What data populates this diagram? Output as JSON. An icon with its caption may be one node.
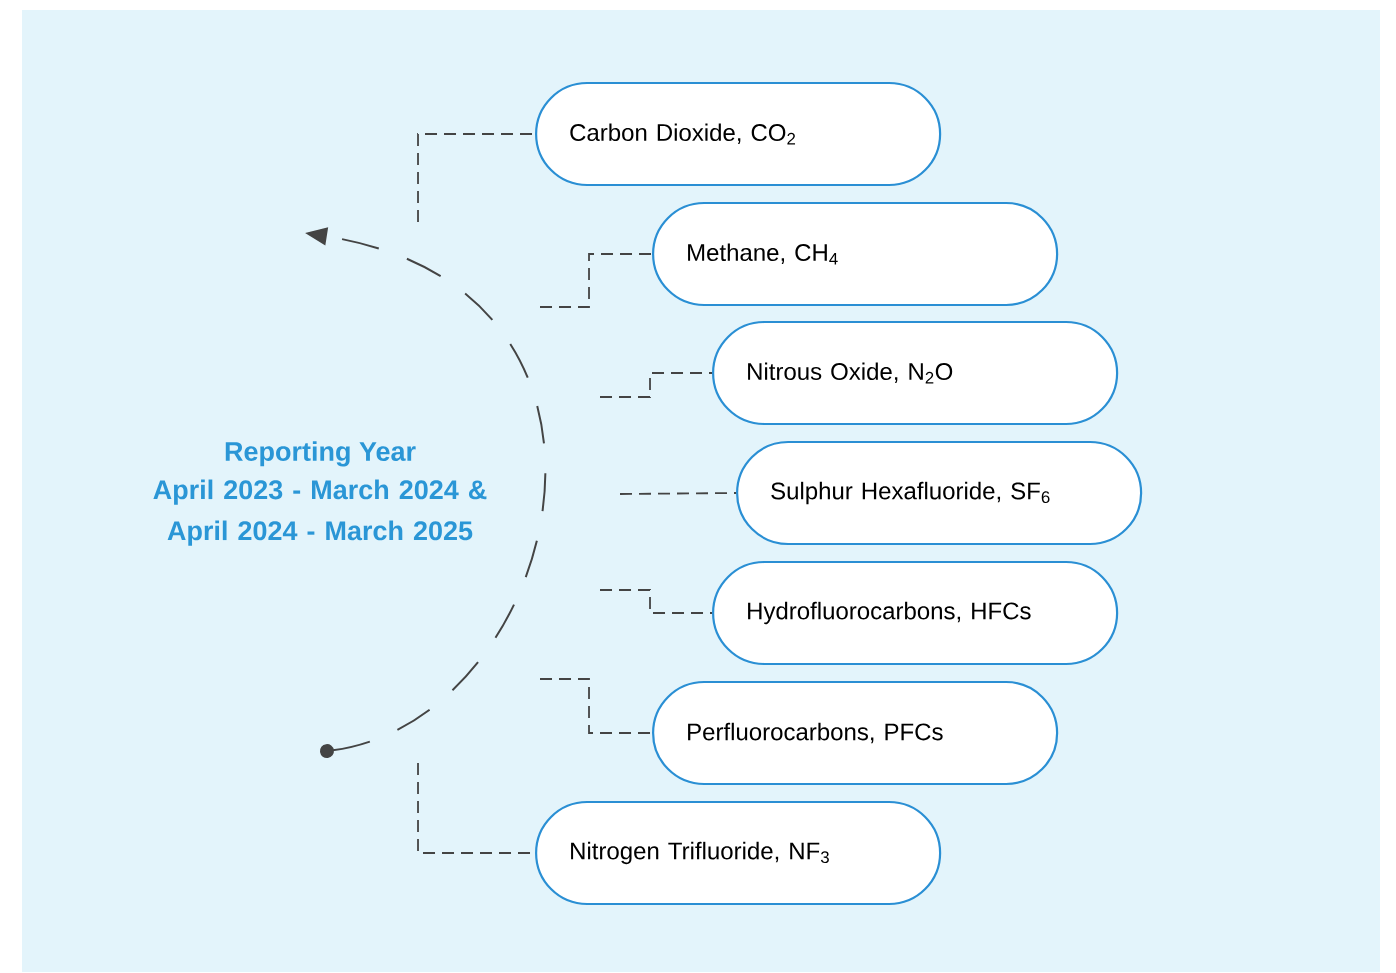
{
  "diagram": {
    "title": "Reporting Year",
    "nodes": [
      {
        "text": [
          "Carbon Dioxide, CO$_{2}$"
        ]
      },
      {
        "text": [
          "Methane, CH$_{4}$"
        ]
      },
      {
        "text": [
          "Nitrous Oxide, N$_{2}$O"
        ]
      },
      {
        "text": [
          "Sulphur Hexafluoride, SF$_{6}$"
        ]
      },
      {
        "text": [
          "Hydrofluorocarbons, HFCs"
        ]
      },
      {
        "text": [
          "Perfluorocarbons, PFCs"
        ]
      },
      {
        "text": [
          "Nitrogen Trifluoride, NF$_{3}$"
        ]
      }
    ],
    "edges": [
      {
        "from": null,
        "to": 0,
        "arrow": "none",
        "style": "dashed"
      },
      {
        "from": null,
        "to": 1,
        "arrow": "none",
        "style": "dashed"
      },
      {
        "from": null,
        "to": 2,
        "arrow": "none",
        "style": "dashed"
      },
      {
        "from": null,
        "to": 3,
        "arrow": "none",
        "style": "dashed"
      },
      {
        "from": null,
        "to": 4,
        "arrow": "none",
        "style": "dashed"
      },
      {
        "from": null,
        "to": 5,
        "arrow": "none",
        "style": "dashed"
      },
      {
        "from": null,
        "to": 6,
        "arrow": "none",
        "style": "dashed"
      }
    ],
    "labels": [
      "April 2023 - March 2024 & April 2024 - March 2025"
    ]
  }
}
